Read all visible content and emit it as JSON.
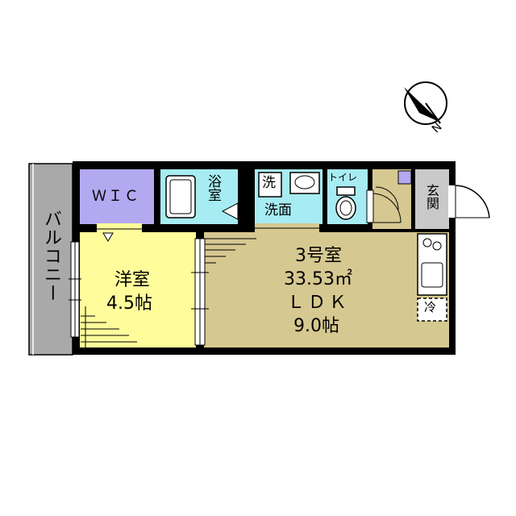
{
  "compass": {
    "direction": "N"
  },
  "rooms": {
    "balcony": {
      "label": "バルコニー"
    },
    "wic": {
      "label": "ＷＩＣ"
    },
    "bath": {
      "label": "浴室"
    },
    "washer": {
      "label": "洗"
    },
    "washroom": {
      "label": "洗面"
    },
    "toilet": {
      "label": "トイレ"
    },
    "entrance": {
      "label": "玄関"
    },
    "western": {
      "name": "洋室",
      "size": "4.5帖"
    },
    "ldk": {
      "unit": "3号室",
      "area": "33.53㎡",
      "name": "ＬＤＫ",
      "size": "9.0帖"
    },
    "fridge": {
      "label": "冷"
    }
  },
  "colors": {
    "wall": "#000000",
    "balcony": "#a9a9a9",
    "wic": "#b3a9f0",
    "bath": "#a7ecf2",
    "western": "#fffc9c",
    "ldk": "#d6c891",
    "entrance": "#c9c9c9"
  }
}
